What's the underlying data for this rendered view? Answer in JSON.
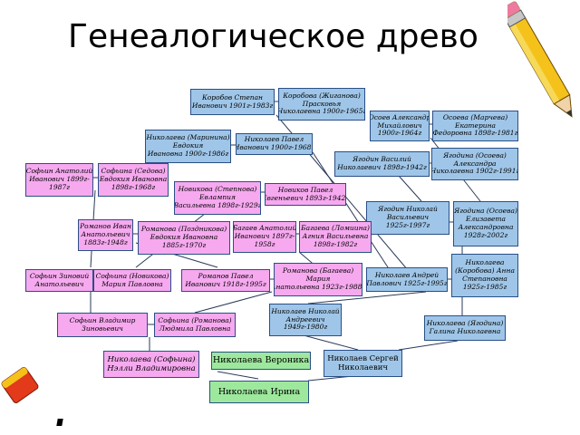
{
  "title": "Генеалогическое древо",
  "colors": {
    "blue": "#9fc6e8",
    "pink": "#f6a9ef",
    "green": "#9ee89e",
    "line": "#2a3a5a"
  },
  "nodes": {
    "korobov_stepan": [
      "Коробов Степан",
      "Иванович 1901г-1983г"
    ],
    "korobova_praskovya": [
      "Коробова (Жиганова)",
      "Прасковья",
      "Николаевна 1900г-1965г"
    ],
    "nikolaeva_evdokiya": [
      "Николаева (Маринина)",
      "Евдокия",
      "Ивановна 1900г-1986г"
    ],
    "nikolaev_pavel": [
      "Николаев Павел",
      "Иванович 1900г-1968г"
    ],
    "osoev_aleksandr": [
      "Осоев Александр",
      "Михайлович",
      "1900г-1964г"
    ],
    "osoeva_ekaterina": [
      "Осоева (Марчева)",
      "Екатерина",
      "Федоровна 1898г-1981г"
    ],
    "yagodin_vasiliy": [
      "Ягодин Василий",
      "Николаевич 1898г-1942г"
    ],
    "yagodina_aleksandra": [
      "Ягодина (Осоева)",
      "Александра",
      "Николаевна 1902г-1991г"
    ],
    "sofin_anatoliy": [
      "Софьин Анатолий",
      "Иванович 1899г-",
      "1987г"
    ],
    "sofina_evdokiya": [
      "Софьина (Седова)",
      "Евдокия Ивановна",
      "1898г-1968г"
    ],
    "novikova_evlampiya": [
      "Новикова (Степнова)",
      "Евлампия",
      "Васильевна 1898г-1929г"
    ],
    "novikov_pavel": [
      "Новиков Павел",
      "Евгеньевич 1893г-1942г"
    ],
    "yagodin_nikolay": [
      "Ягодин Николай",
      "Васильевич",
      "1925г-1997г"
    ],
    "yagodina_elizaveta": [
      "Ягодина (Осоева)",
      "Елизавета",
      "Александровна",
      "1928г-2002г"
    ],
    "romanov_ivan": [
      "Романов Иван",
      "Анатольевич",
      "1883г-1948г"
    ],
    "romanova_evdokiya": [
      "Романова (Поздникова)",
      "Евдокия Ивановна",
      "1885г-1970г"
    ],
    "bagaev_anatoliy": [
      "Багаев Анатолий",
      "Иванович 1897г-",
      "1958г"
    ],
    "bagaeva_agniya": [
      "Багаева (Ломиина)",
      "Агния Васильевна",
      "1898г-1982г"
    ],
    "sofin_zinoviy": [
      "Софьин Зиновий",
      "Анатольевич"
    ],
    "sofina_mariya": [
      "Софьина (Новикова)",
      "Мария Павловна"
    ],
    "romanov_pavel": [
      "Романов Павел",
      "Иванович 1918г-1995г"
    ],
    "romanova_mariya": [
      "Романова (Багаева)",
      "Мария",
      "Анатольевна 1923г-1988г"
    ],
    "nikolaev_andrey": [
      "Николаев Андрей",
      "Павлович 1925г-1995г"
    ],
    "nikolaeva_anna": [
      "Николаева",
      "(Коробова) Анна",
      "Степановна",
      "1925г-1985г"
    ],
    "sofin_vladimir": [
      "Софьин Владимир",
      "Зиновьевич"
    ],
    "sofina_lyudmila": [
      "Софьина (Романова)",
      "Людмила Павловна"
    ],
    "nikolaev_nikolay": [
      "Николаев Николай",
      "Андреевич",
      "1949г-1980г"
    ],
    "nikolaeva_galina": [
      "Николаева (Ягодина)",
      "Галина Николаевна"
    ],
    "nikolaeva_nelli": [
      "Николаева (Софьина)",
      "Нэлли Владимировна"
    ],
    "nikolaeva_veronika": [
      "Николаева Вероника"
    ],
    "nikolaev_sergey": [
      "Николаев Сергей",
      "Николаевич"
    ],
    "nikolaeva_irina": [
      "Николаева Ирина"
    ]
  }
}
